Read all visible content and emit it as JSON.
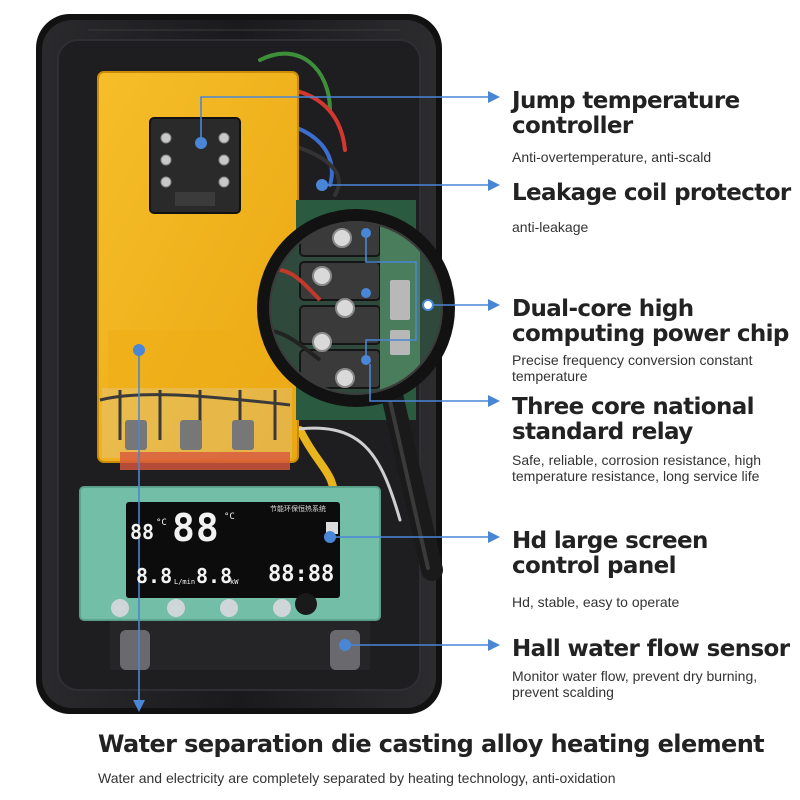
{
  "callouts": [
    {
      "title": "Jump temperature controller",
      "description": "Anti-overtemperature, anti-scald"
    },
    {
      "title": "Leakage coil protector",
      "description": "anti-leakage"
    },
    {
      "title": "Dual-core high computing power chip",
      "description": "Precise frequency conversion constant temperature"
    },
    {
      "title": "Three core national standard relay",
      "description": "Safe, reliable, corrosion resistance, high temperature resistance, long service life"
    },
    {
      "title": "Hd large screen control panel",
      "description": "Hd, stable, easy to operate"
    },
    {
      "title": "Hall water flow sensor",
      "description": "Monitor water flow, prevent dry burning, prevent scalding"
    }
  ],
  "bottom": {
    "title": "Water separation die casting alloy heating element",
    "description": "Water and electricity are completely separated by heating technology, anti-oxidation"
  },
  "display": {
    "big_temp": "88",
    "small_temp": "88",
    "flow": "8.8",
    "power": "8.8",
    "clock": "88:88",
    "unit_c": "°C",
    "unit_flow": "L/min",
    "unit_kw": "kW",
    "brand_line": "节能环保恒热系统"
  },
  "colors": {
    "callout_blue": "#4a86d6",
    "housing": "#1b1b1d",
    "heater_yellow": "#f2b21e",
    "pcb_green": "#6fb8a0",
    "lcd_black": "#0c0c0c"
  }
}
